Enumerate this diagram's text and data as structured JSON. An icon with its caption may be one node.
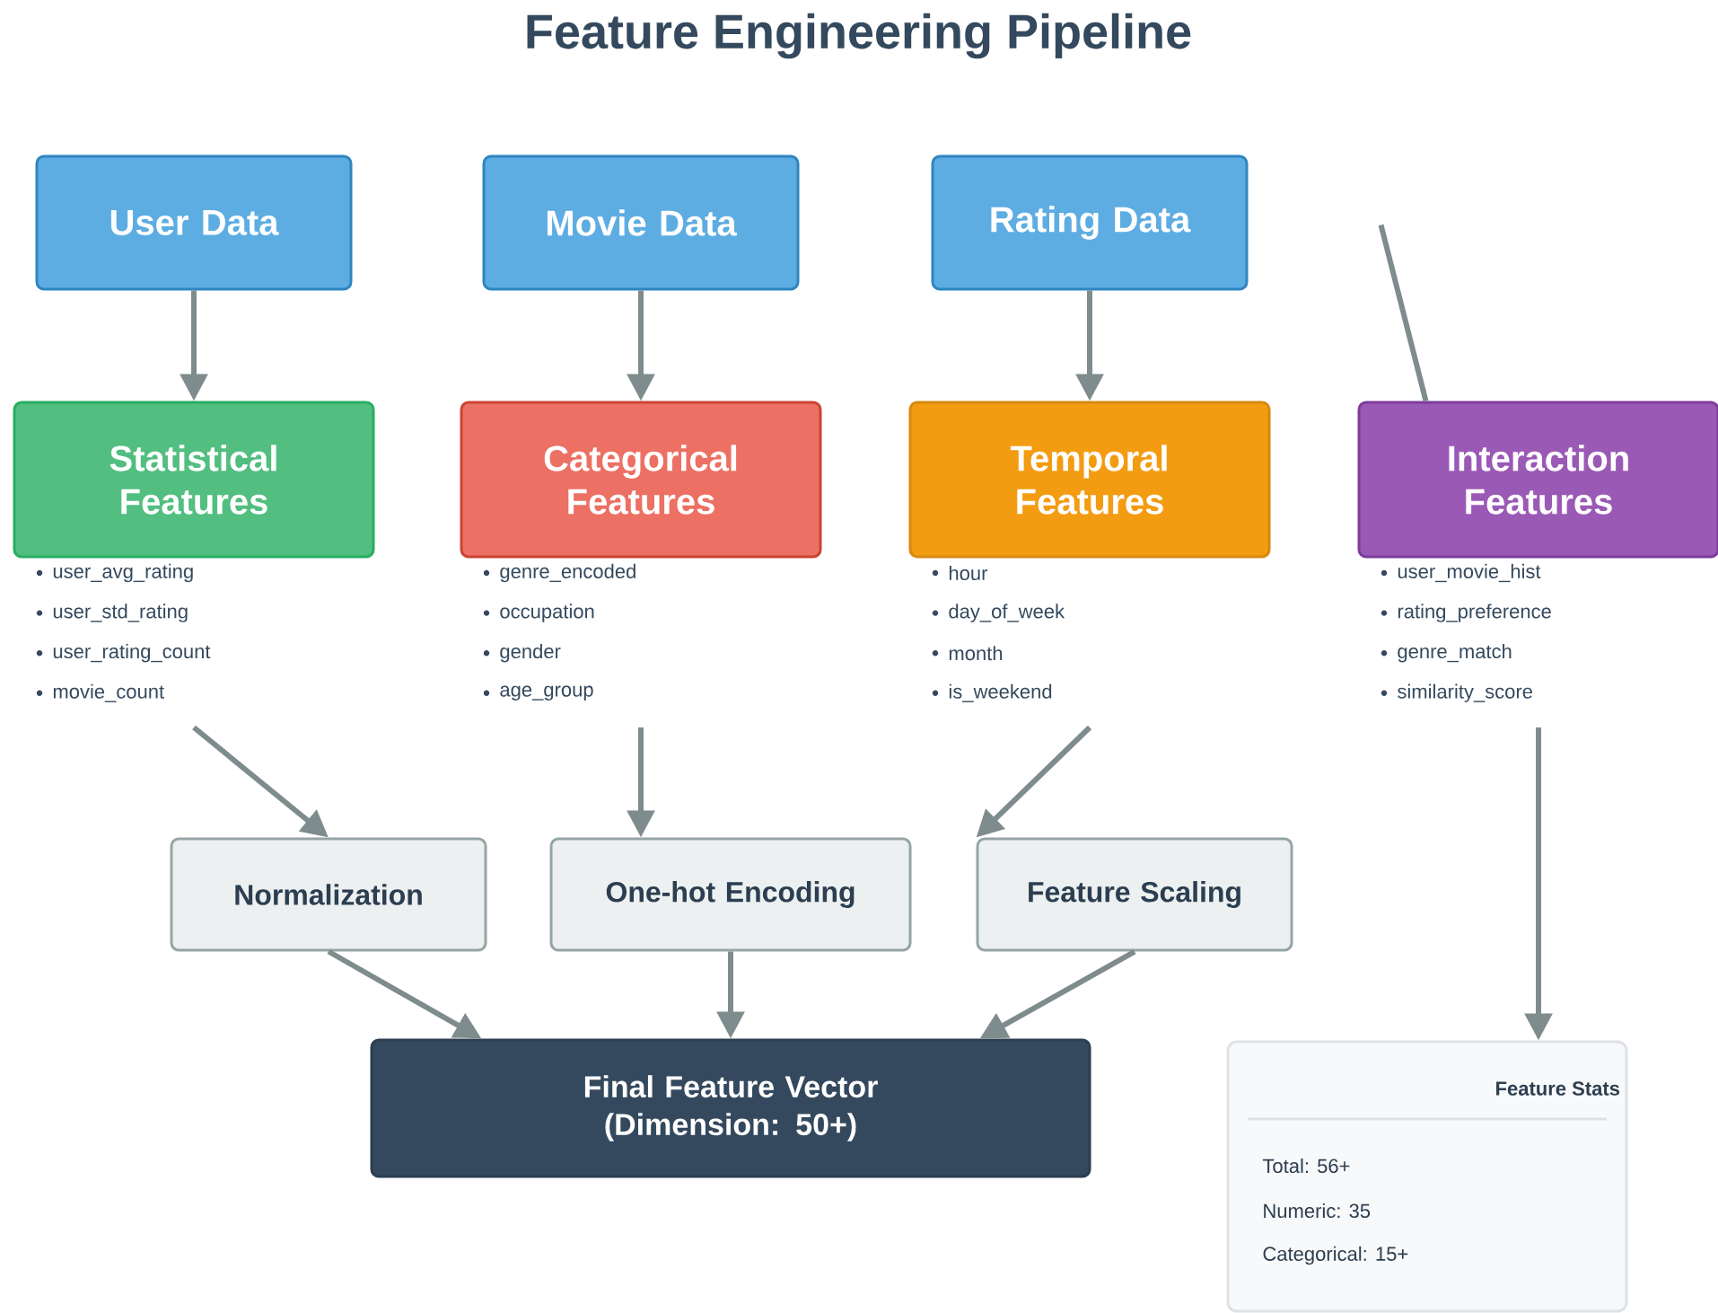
{
  "diagram": {
    "title": "Feature Engineering Pipeline",
    "nodes": [
      {
        "text": [
          "User Data"
        ]
      },
      {
        "text": [
          "Movie Data"
        ]
      },
      {
        "text": [
          "Rating Data"
        ]
      },
      {
        "text": [
          "Statistical Features"
        ],
        "beside": [
          "user_avg_rating",
          "user_std_rating",
          "user_rating_count",
          "movie_count"
        ]
      },
      {
        "text": [
          "Categorical Features"
        ],
        "beside": [
          "genre_encoded",
          "occupation",
          "gender",
          "age_group"
        ]
      },
      {
        "text": [
          "Temporal Features"
        ],
        "beside": [
          "hour",
          "day_of_week",
          "month",
          "is_weekend"
        ]
      },
      {
        "text": [
          "Interaction Features"
        ],
        "beside": [
          "user_movie_hist",
          "rating_preference",
          "genre_match",
          "similarity_score"
        ]
      },
      {
        "text": [
          "Normalization"
        ]
      },
      {
        "text": [
          "One-hot Encoding"
        ]
      },
      {
        "text": [
          "Feature Scaling"
        ]
      },
      {
        "text": [
          "Final Feature Vector (Dimension: 50+)"
        ]
      },
      {
        "text": [
          "Feature Stats",
          "Total: 56+",
          "Numeric: 35",
          "Categorical: 15+"
        ]
      }
    ],
    "edges": [
      {
        "from": 0,
        "to": 3,
        "arrow": "to"
      },
      {
        "from": 1,
        "to": 4,
        "arrow": "to"
      },
      {
        "from": 2,
        "to": 5,
        "arrow": "to"
      },
      {
        "from": null,
        "to": 6,
        "arrow": "none"
      },
      {
        "from": 3,
        "to": 7,
        "arrow": "to"
      },
      {
        "from": 4,
        "to": 8,
        "arrow": "to"
      },
      {
        "from": 5,
        "to": 9,
        "arrow": "to"
      },
      {
        "from": 6,
        "to": 11,
        "arrow": "to"
      },
      {
        "from": 7,
        "to": 10,
        "arrow": "to"
      },
      {
        "from": 8,
        "to": 10,
        "arrow": "to"
      },
      {
        "from": 9,
        "to": 10,
        "arrow": "to"
      }
    ]
  }
}
